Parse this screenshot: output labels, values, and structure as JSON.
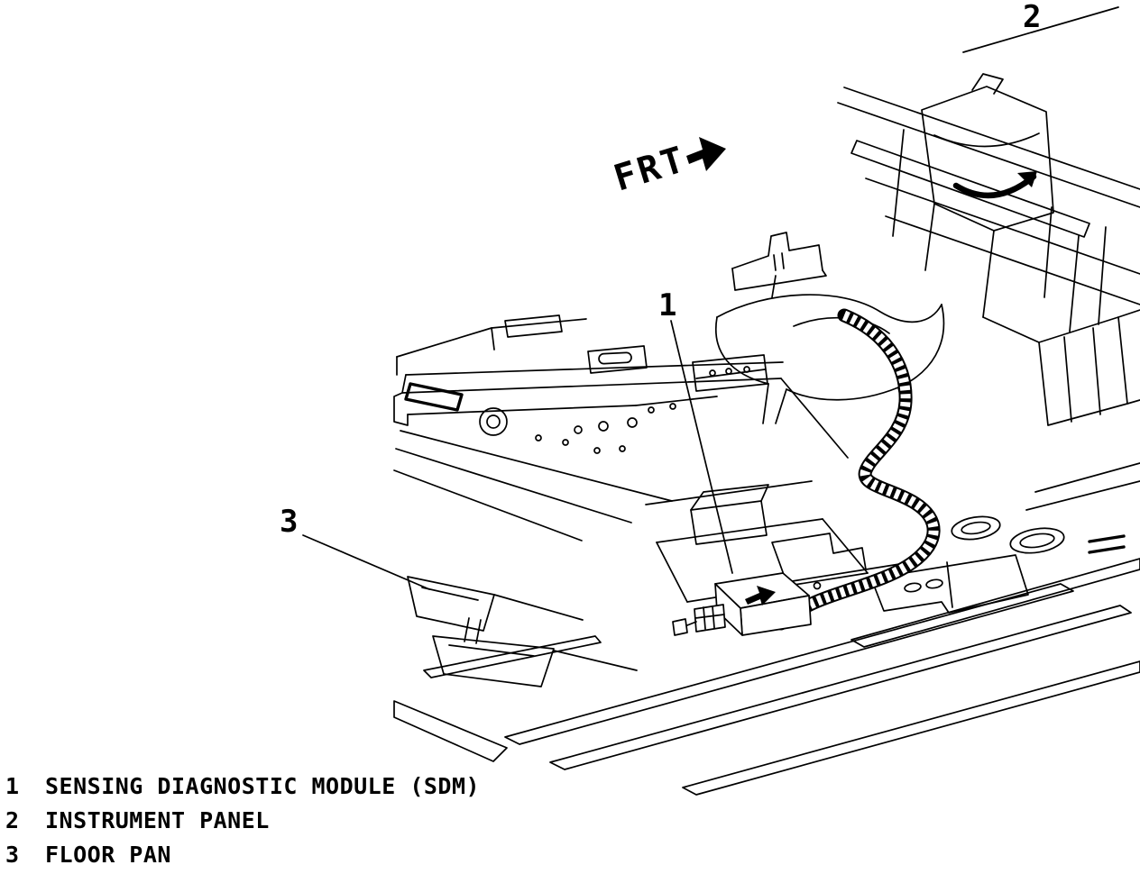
{
  "figure": {
    "kind": "technical-line-drawing",
    "description": "Sensing diagnostic module mounting location on floor pan below instrument panel",
    "direction_label": "FRT",
    "ink": "#000000",
    "background": "#ffffff"
  },
  "callouts": {
    "c1": "1",
    "c2": "2",
    "c3": "3"
  },
  "legend": {
    "items": [
      {
        "number": "1",
        "label": "SENSING DIAGNOSTIC MODULE (SDM)"
      },
      {
        "number": "2",
        "label": "INSTRUMENT PANEL"
      },
      {
        "number": "3",
        "label": "FLOOR PAN"
      }
    ]
  }
}
